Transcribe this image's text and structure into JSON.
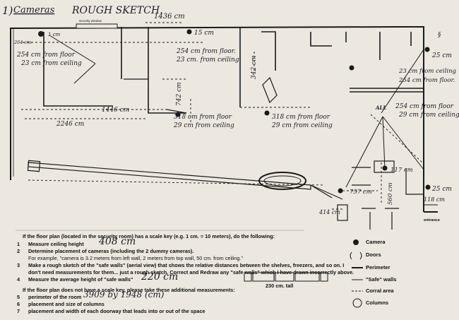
{
  "header": {
    "number": "1)",
    "title_word": "Cameras",
    "title_rest": "ROUGH SKETCH."
  },
  "plan": {
    "security_window": "security window",
    "entrance": "entrance",
    "section_mark": "§",
    "all_label": "ALL",
    "measurements": {
      "top_width": "1436 cm",
      "cam_tl_small": "264 cm",
      "cam_tl_side": "1 cm",
      "cam_tl_floor": "254 cm from floor",
      "cam_tl_ceiling": "23 cm from ceiling",
      "cam_top_side": "15 cm",
      "cam_top_floor": "254 cm from floor.",
      "cam_top_ceiling": "23 cm. from ceiling.",
      "v_742": "742 cm",
      "v_342": "342 cm",
      "h_1446": "1446 cm",
      "h_2246": "2246 cm",
      "mid1_floor": "318 cm from floor",
      "mid1_ceiling": "29 cm from ceiling",
      "mid2_floor": "318 cm from floor",
      "mid2_ceiling": "29 cm from ceiling",
      "right_top_side": "25 cm",
      "right_top_ceiling": "23 cm from ceiling",
      "right_top_floor": "254 cm from floor.",
      "right_mid_floor": "254 cm from floor",
      "right_mid_ceiling": "29 cm from ceiling",
      "box_width": "117 cm",
      "h_757": "757 cm",
      "v_560": "560 cm",
      "right_bot_side": "25 cm",
      "right_bot_118": "118 cm",
      "h_414": "414 cm"
    }
  },
  "instructions": {
    "intro": "If the floor plan (located in the security room) has a scale key (e.g. 1 cm. = 10 meters), do the following:",
    "item1_num": "1",
    "item1": "Measure ceiling height",
    "item1_answer": "408 cm",
    "item2_num": "2",
    "item2": "Determine placement of cameras (including the 2 dummy cameras).",
    "item2_example": "For example, \"camera is 3.2 meters from left wall, 2 meters from top wall, 50 cm. from ceiling.\"",
    "item3_num": "3",
    "item3": "Make a rough sketch of the \"safe walls\" (aerial view) that shows the relative distances between the shelves, freezers, and so on. I",
    "item3_cont": "don't need measurements for them... just a rough sketch. Correct and Redraw any \"safe walls\" which I have drawn incorrectly above.",
    "item4_num": "4",
    "item4": "Measure the average height of \"safe walls\"",
    "item4_answer": "220 cm",
    "safe_wall_note": "230 cm. tall",
    "intro2": "If the floor plan does not have a scale key, please take these additional measurements:",
    "item5_num": "5",
    "item5": "perimeter of the room",
    "item5_answer": "3909 by 1948 (cm)",
    "item6_num": "6",
    "item6": "placement and size of columns",
    "item7_num": "7",
    "item7": "placement and width of each doorway that leads into or out of the space"
  },
  "legend": {
    "camera": "Camera",
    "doors": "Doors",
    "perimeter": "Perimeter",
    "safe_walls": "\"Safe\" walls",
    "corral": "Corral area",
    "columns": "Columns"
  }
}
